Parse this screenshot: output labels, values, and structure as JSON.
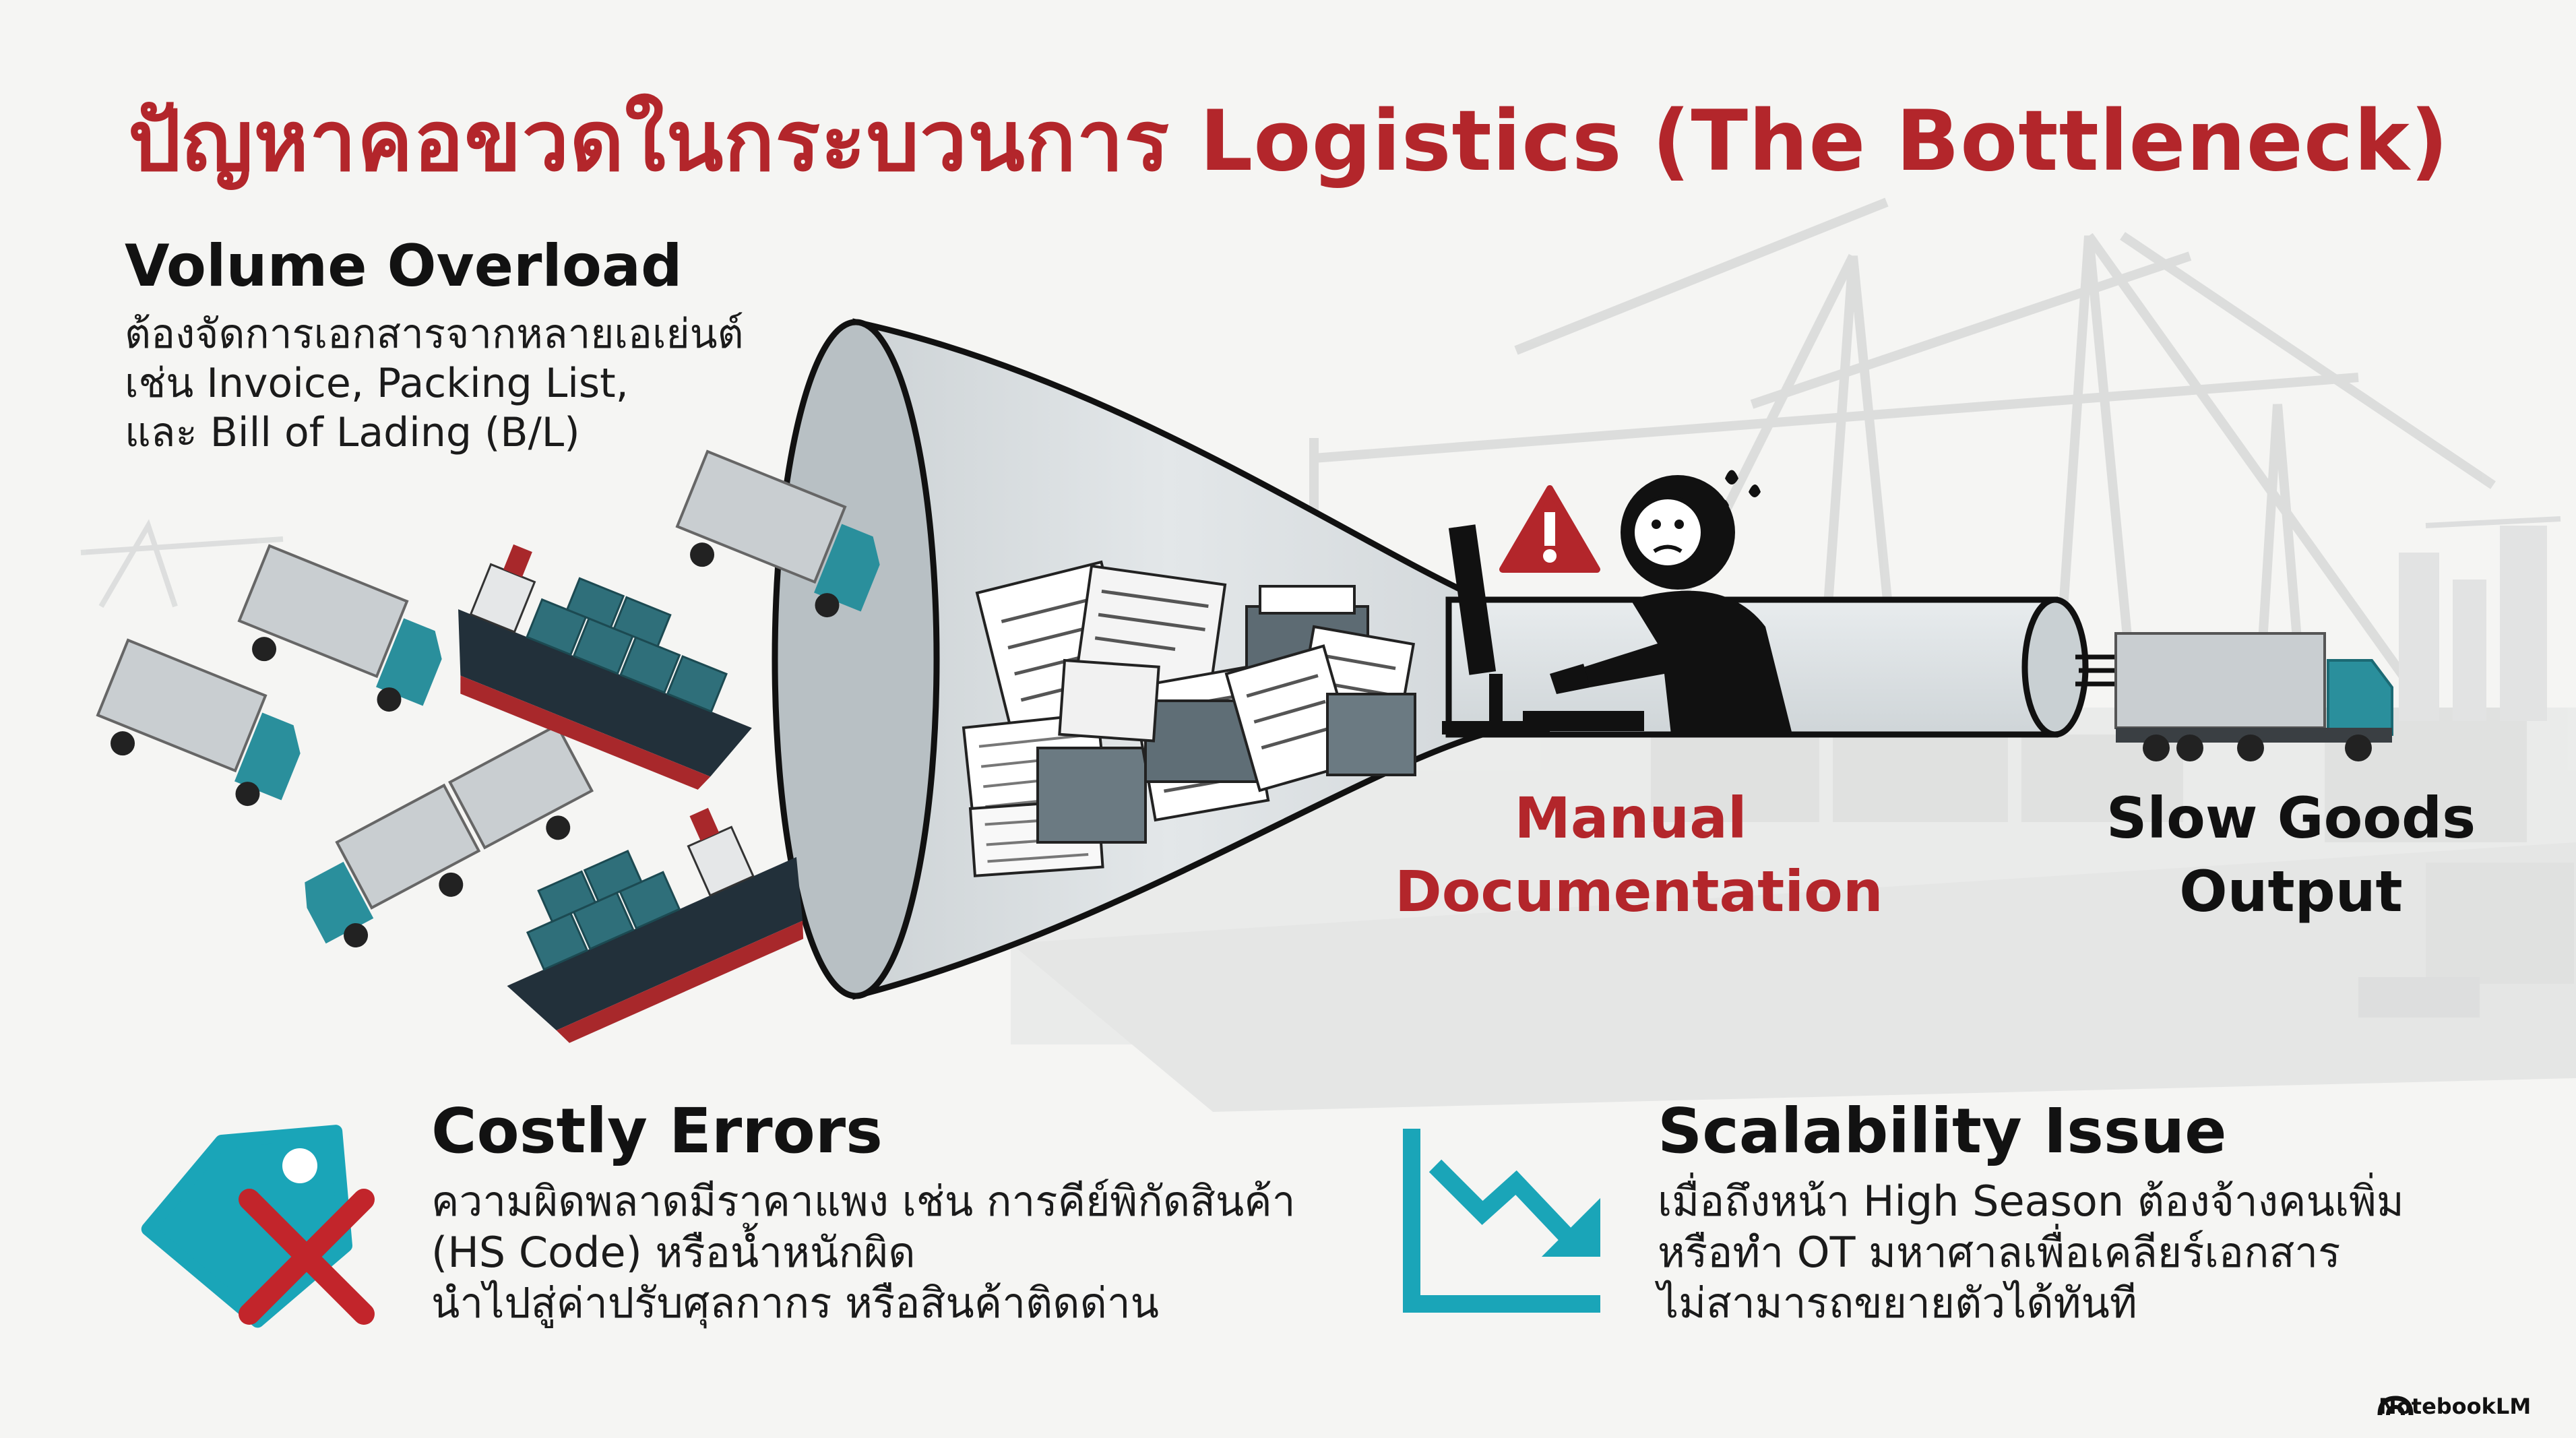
{
  "title": "ปัญหาคอขวดในกระบวนการ Logistics (The Bottleneck)",
  "volume_overload": {
    "title": "Volume Overload",
    "lines": [
      "ต้องจัดการเอกสารจากหลายเอเย่นต์",
      "เช่น Invoice, Packing List,",
      "และ Bill of Lading (B/L)"
    ]
  },
  "funnel": {
    "manual_label": [
      "Manual",
      "Documentation"
    ],
    "output_label": [
      "Slow Goods",
      "Output"
    ]
  },
  "costly_errors": {
    "title": "Costly Errors",
    "lines": [
      "ความผิดพลาดมีราคาแพง เช่น การคีย์พิกัดสินค้า",
      "(HS Code) หรือน้ำหนักผิด",
      "นำไปสู่ค่าปรับศุลกากร หรือสินค้าติดด่าน"
    ]
  },
  "scalability": {
    "title": "Scalability Issue",
    "lines": [
      "เมื่อถึงหน้า High Season ต้องจ้างคนเพิ่ม",
      "หรือทำ OT มหาศาลเพื่อเคลียร์เอกสาร",
      "ไม่สามารถขยายตัวได้ทันที"
    ]
  },
  "brand": "NotebookLM",
  "icons": {
    "warning": "warning-triangle-icon",
    "price_tag": "price-tag-x-icon",
    "trend": "trend-down-chart-icon",
    "brand": "notebooklm-logo-icon"
  },
  "colors": {
    "accent_red": "#b3262b",
    "teal": "#1aa5b8",
    "truck_teal": "#2a8f9c",
    "ship_hull": "#22303a",
    "background": "#f5f5f3"
  }
}
